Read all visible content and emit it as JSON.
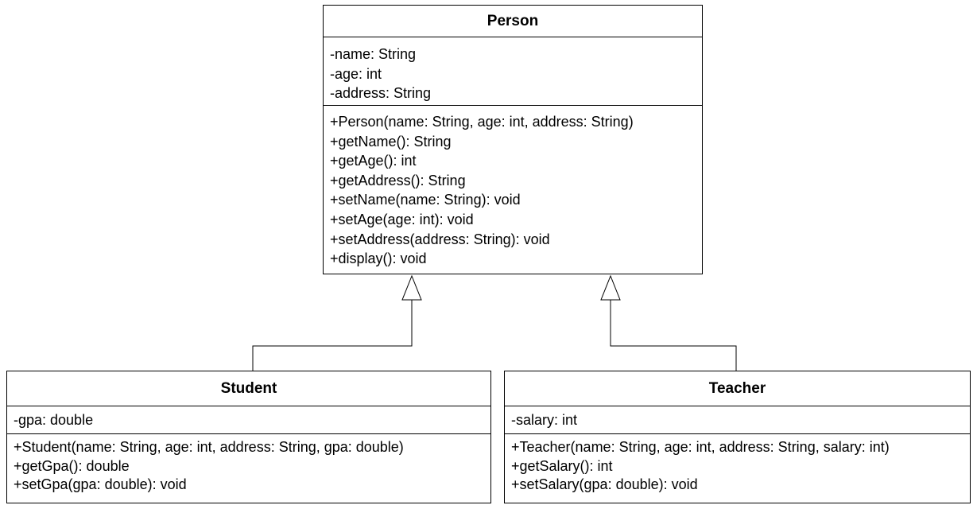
{
  "diagram": {
    "type": "uml-class-diagram",
    "relationships": [
      {
        "kind": "generalization",
        "from": "Student",
        "to": "Person"
      },
      {
        "kind": "generalization",
        "from": "Teacher",
        "to": "Person"
      }
    ]
  },
  "person": {
    "name": "Person",
    "attributes": [
      "-name: String",
      "-age: int",
      "-address: String"
    ],
    "operations": [
      "+Person(name: String, age: int, address: String)",
      "+getName(): String",
      "+getAge(): int",
      "+getAddress(): String",
      "+setName(name: String): void",
      "+setAge(age: int): void",
      "+setAddress(address: String): void",
      "+display(): void"
    ]
  },
  "student": {
    "name": "Student",
    "attributes": [
      "-gpa: double"
    ],
    "operations": [
      "+Student(name: String, age: int, address: String, gpa: double)",
      "+getGpa(): double",
      "+setGpa(gpa: double): void"
    ]
  },
  "teacher": {
    "name": "Teacher",
    "attributes": [
      "-salary: int"
    ],
    "operations": [
      "+Teacher(name: String, age: int, address: String, salary: int)",
      "+getSalary(): int",
      "+setSalary(gpa: double): void"
    ]
  }
}
